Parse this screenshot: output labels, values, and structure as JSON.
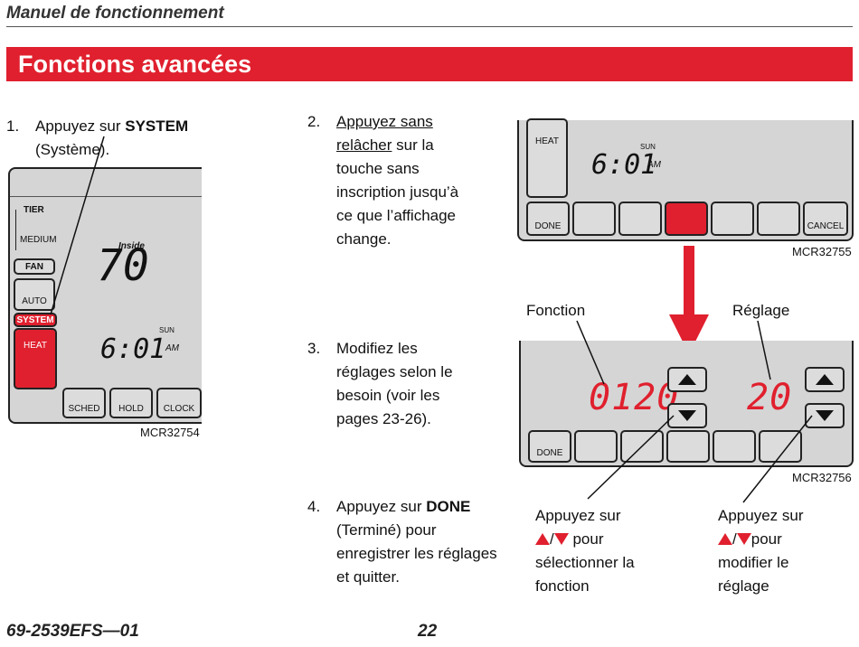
{
  "header": {
    "title": "Manuel de fonctionnement",
    "section_title": "Fonctions avancées"
  },
  "step1": {
    "num": "1.",
    "line1a": "Appuyez sur ",
    "line1b": "SYSTEM",
    "line2": "(Système)."
  },
  "step2": {
    "num": "2.",
    "line1": "Appuyez sans",
    "line2a": "relâcher",
    "line2b": " sur la",
    "line3": "touche sans",
    "line4": "inscription jusqu’à",
    "line5": "ce que l’affichage",
    "line6": "change."
  },
  "step3": {
    "num": "3.",
    "line1": "Modifiez les",
    "line2": "réglages selon le",
    "line3": "besoin (voir les",
    "line4": "pages 23-26)."
  },
  "step4": {
    "num": "4.",
    "line1a": "Appuyez sur ",
    "line1b": "DONE",
    "line2": "(Terminé) pour",
    "line3": "enregistrer les réglages",
    "line4": "et quitter."
  },
  "thermostat1": {
    "tier": "TIER",
    "medium": "MEDIUM",
    "fan": "FAN",
    "auto": "AUTO",
    "system": "SYSTEM",
    "heat": "HEAT",
    "inside": "Inside",
    "temp": "70",
    "day": "SUN",
    "time": "6:01",
    "ampm": "AM",
    "sched": "SCHED",
    "hold": "HOLD",
    "clock": "CLOCK",
    "code": "MCR32754"
  },
  "thermostat2": {
    "heat": "HEAT",
    "day": "SUN",
    "time": "6:01",
    "ampm": "AM",
    "done": "DONE",
    "cancel": "CANCEL",
    "code": "MCR32755"
  },
  "thermostat3": {
    "function_label": "Fonction",
    "setting_label": "Réglage",
    "function_value": "0120",
    "setting_value": "20",
    "done": "DONE",
    "code": "MCR32756"
  },
  "captions": {
    "left_line1": "Appuyez sur",
    "left_line2": " pour",
    "left_line3": "sélectionner la",
    "left_line4": "fonction",
    "right_line1": "Appuyez sur",
    "right_line2": "pour",
    "right_line3": "modifier le",
    "right_line4": "réglage"
  },
  "footer": {
    "doc_code": "69-2539EFS—01",
    "page": "22"
  },
  "colors": {
    "accent_red": "#e0202e",
    "panel_gray": "#d5d5d5",
    "lcd_red": "#e0202e"
  }
}
